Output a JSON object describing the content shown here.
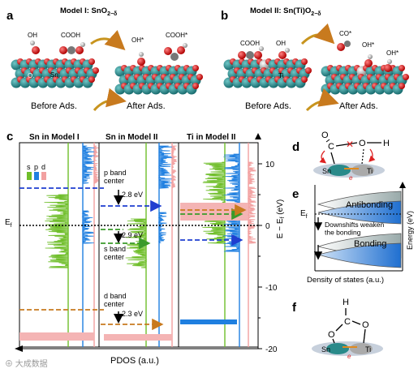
{
  "panels": {
    "a": {
      "letter": "a",
      "title": "Model I: SnO",
      "title_sub": "2−δ",
      "labels": {
        "oh": "OH",
        "cooh": "COOH",
        "oh_star": "OH*",
        "cooh_star": "COOH*",
        "o": "O",
        "sn": "Sn",
        "before": "Before Ads.",
        "after": "After Ads."
      }
    },
    "b": {
      "letter": "b",
      "title": "Model II: Sn(Ti)O",
      "title_sub": "2−δ",
      "labels": {
        "cooh": "COOH",
        "oh": "OH",
        "co_star": "CO*",
        "oh_star1": "OH*",
        "oh_star2": "OH*",
        "ti": "Ti",
        "before": "Before Ads.",
        "after": "After Ads."
      }
    },
    "c": {
      "letter": "c",
      "column_titles": [
        "Sn in Model I",
        "Sn in Model II",
        "Ti in Model II"
      ],
      "legend": [
        "s",
        "p",
        "d"
      ],
      "legend_colors": [
        "#6fbe2a",
        "#1f7fe0",
        "#f2a0a0"
      ],
      "ef_label": "E",
      "ef_sub": "f",
      "annotations": {
        "p_center": "p band\ncenter",
        "p_val": "2.8 eV",
        "s_val": "2.9 eV",
        "s_center": "s band\ncenter",
        "d_center": "d band\ncenter",
        "d_val": "2.3 eV"
      },
      "xlabel": "PDOS (a.u.)",
      "ylabel": "E − E",
      "ylabel_sub": "f",
      "ylabel_unit": " (eV)",
      "yticks": [
        10,
        0,
        -10,
        -20
      ],
      "yticks_label": [
        "10",
        "0",
        "-10",
        "-20"
      ]
    },
    "d": {
      "letter": "d",
      "sn": "Sn",
      "ti": "Ti",
      "e": "e",
      "c": "C",
      "o": "O",
      "h": "H"
    },
    "e": {
      "letter": "e",
      "antibonding": "Antibonding",
      "bonding": "Bonding",
      "ef": "E",
      "ef_sub": "f",
      "downshift": "Downshifts weaken\nthe bonding",
      "ylabel": "Energy (eV)",
      "xlabel": "Density of states (a.u.)"
    },
    "f": {
      "letter": "f",
      "h": "H",
      "c": "C",
      "o1": "O",
      "o2": "O",
      "sn": "Sn",
      "ti": "Ti",
      "e": "e"
    }
  },
  "colors": {
    "s": "#6fbe2a",
    "p": "#1f7fe0",
    "d": "#f2a0a0",
    "arrow_orange": "#c87a1e",
    "arrow_blue": "#1f3fd0",
    "arrow_green": "#3a9a2a",
    "teal": "#2a8a8a",
    "red": "#d22"
  }
}
